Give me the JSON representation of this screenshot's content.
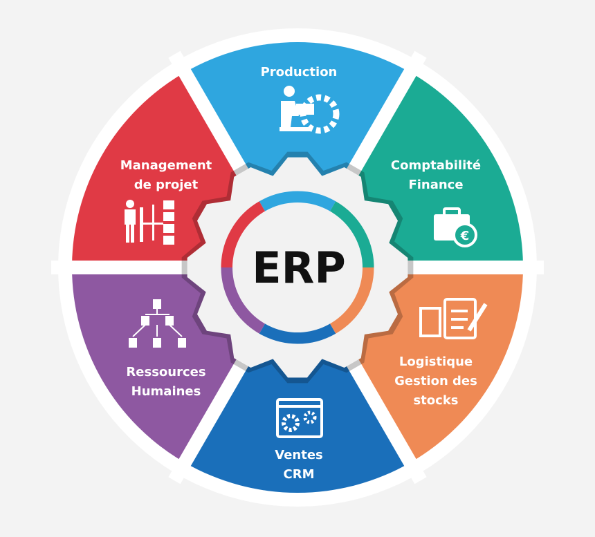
{
  "center": {
    "title": "ERP",
    "gear_color": "#f2f2f2"
  },
  "segments": [
    {
      "id": "production",
      "lines": [
        "Production"
      ],
      "color": "#2fa6df",
      "icon": "worker-gear-icon"
    },
    {
      "id": "comptabilite",
      "lines": [
        "Comptabilité",
        "Finance"
      ],
      "color": "#1bab94",
      "icon": "briefcase-euro-icon"
    },
    {
      "id": "logistique",
      "lines": [
        "Logistique",
        "Gestion des",
        "stocks"
      ],
      "color": "#ef8a55",
      "icon": "box-clipboard-icon"
    },
    {
      "id": "ventes",
      "lines": [
        "Ventes",
        "CRM"
      ],
      "color": "#1a6fba",
      "icon": "browser-gears-icon"
    },
    {
      "id": "ressources",
      "lines": [
        "Ressources",
        "Humaines"
      ],
      "color": "#8e58a1",
      "icon": "org-chart-people-icon"
    },
    {
      "id": "management",
      "lines": [
        "Management",
        "de projet"
      ],
      "color": "#e03a45",
      "icon": "person-hierarchy-icon"
    }
  ]
}
